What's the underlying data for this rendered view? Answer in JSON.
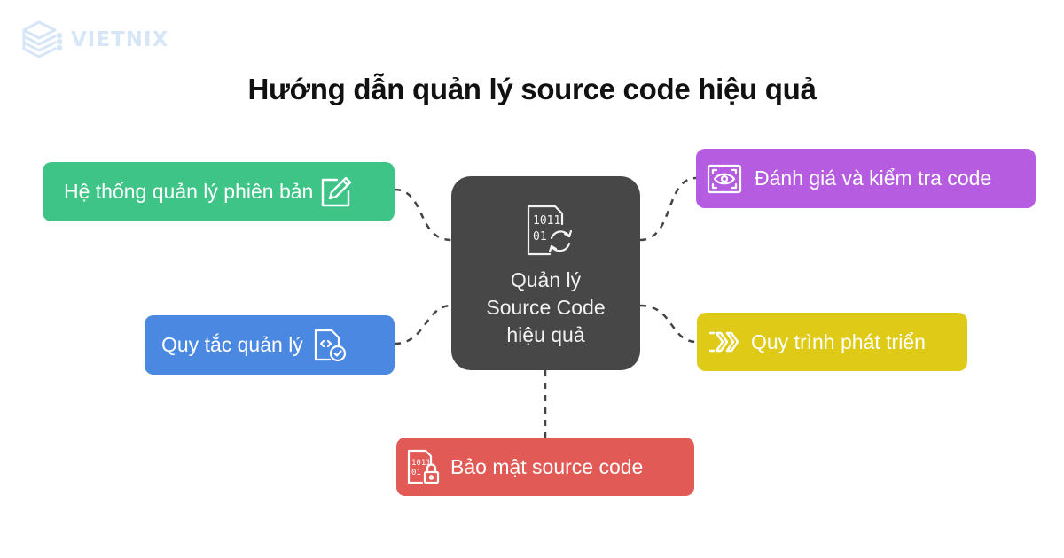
{
  "brand": {
    "logo_text": "VIETNIX",
    "logo_icon": "server-stack-icon"
  },
  "title": "Hướng dẫn quản lý source code hiệu quả",
  "center": {
    "label_lines": [
      "Quản lý",
      "Source Code",
      "hiệu quả"
    ],
    "icon": "binary-file-sync-icon",
    "color": "#474747"
  },
  "nodes": [
    {
      "id": "version-control",
      "label": "Hệ thống quản lý phiên bản",
      "icon": "edit-pencil-icon",
      "color": "#3ec487",
      "side": "left-top"
    },
    {
      "id": "management-rules",
      "label": "Quy tắc quản lý",
      "icon": "code-file-check-icon",
      "color": "#4a88e2",
      "side": "left-middle"
    },
    {
      "id": "code-review",
      "label": "Đánh giá và kiểm tra code",
      "icon": "eye-scan-icon",
      "color": "#b65ce0",
      "side": "right-top"
    },
    {
      "id": "dev-process",
      "label": "Quy trình phát triển",
      "icon": "chevrons-right-icon",
      "color": "#dfcb17",
      "side": "right-middle"
    },
    {
      "id": "source-security",
      "label": "Bảo mật source code",
      "icon": "binary-file-lock-icon",
      "color": "#e25a55",
      "side": "bottom"
    }
  ],
  "connector_style": {
    "color": "#444444",
    "dash": "dashed"
  }
}
